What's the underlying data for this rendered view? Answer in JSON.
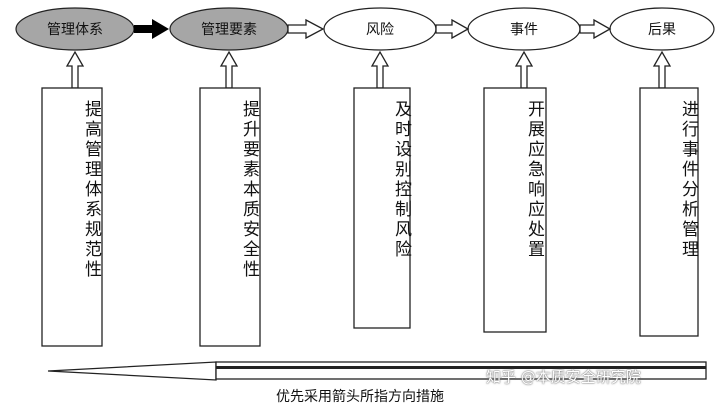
{
  "nodes": [
    {
      "id": "management-system",
      "label": "管理体系",
      "filled": true
    },
    {
      "id": "management-elements",
      "label": "管理要素",
      "filled": true
    },
    {
      "id": "risk",
      "label": "风险",
      "filled": false
    },
    {
      "id": "event",
      "label": "事件",
      "filled": false
    },
    {
      "id": "consequence",
      "label": "后果",
      "filled": false
    }
  ],
  "measures": [
    {
      "for": "management-system",
      "text": "提高管理体系规范性"
    },
    {
      "for": "management-elements",
      "text": "提升要素本质安全性"
    },
    {
      "for": "risk",
      "text": "及时设别控制风险"
    },
    {
      "for": "event",
      "text": "开展应急响应处置"
    },
    {
      "for": "consequence",
      "text": "进行事件分析管理"
    }
  ],
  "caption": "优先采用箭头所指方向措施",
  "watermark": "知乎 @本质安全研究院",
  "colors": {
    "ellipse_filled": "#a6a6a6",
    "ellipse_empty": "#ffffff",
    "stroke": "#222222"
  }
}
